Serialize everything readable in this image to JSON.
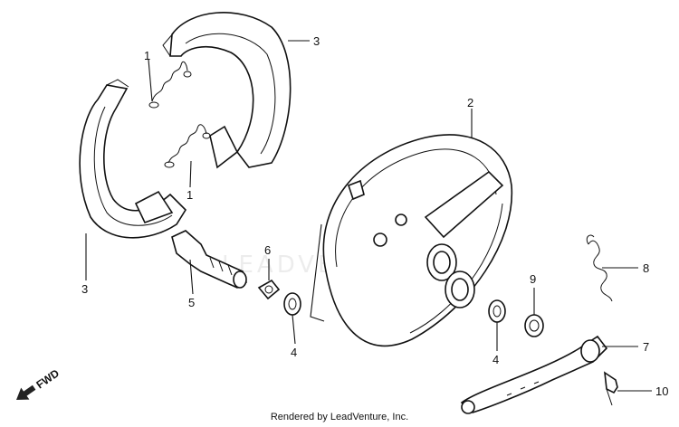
{
  "diagram": {
    "callouts": {
      "c1_top": "1",
      "c1_mid": "1",
      "c2": "2",
      "c3_top": "3",
      "c3_left": "3",
      "c4_left": "4",
      "c4_right": "4",
      "c5": "5",
      "c6": "6",
      "c7": "7",
      "c8": "8",
      "c9": "9",
      "c10": "10"
    },
    "direction_label": "FWD"
  },
  "watermark": {
    "text": "LEADVENTURE"
  },
  "footer": {
    "credit": "Rendered by LeadVenture, Inc."
  }
}
